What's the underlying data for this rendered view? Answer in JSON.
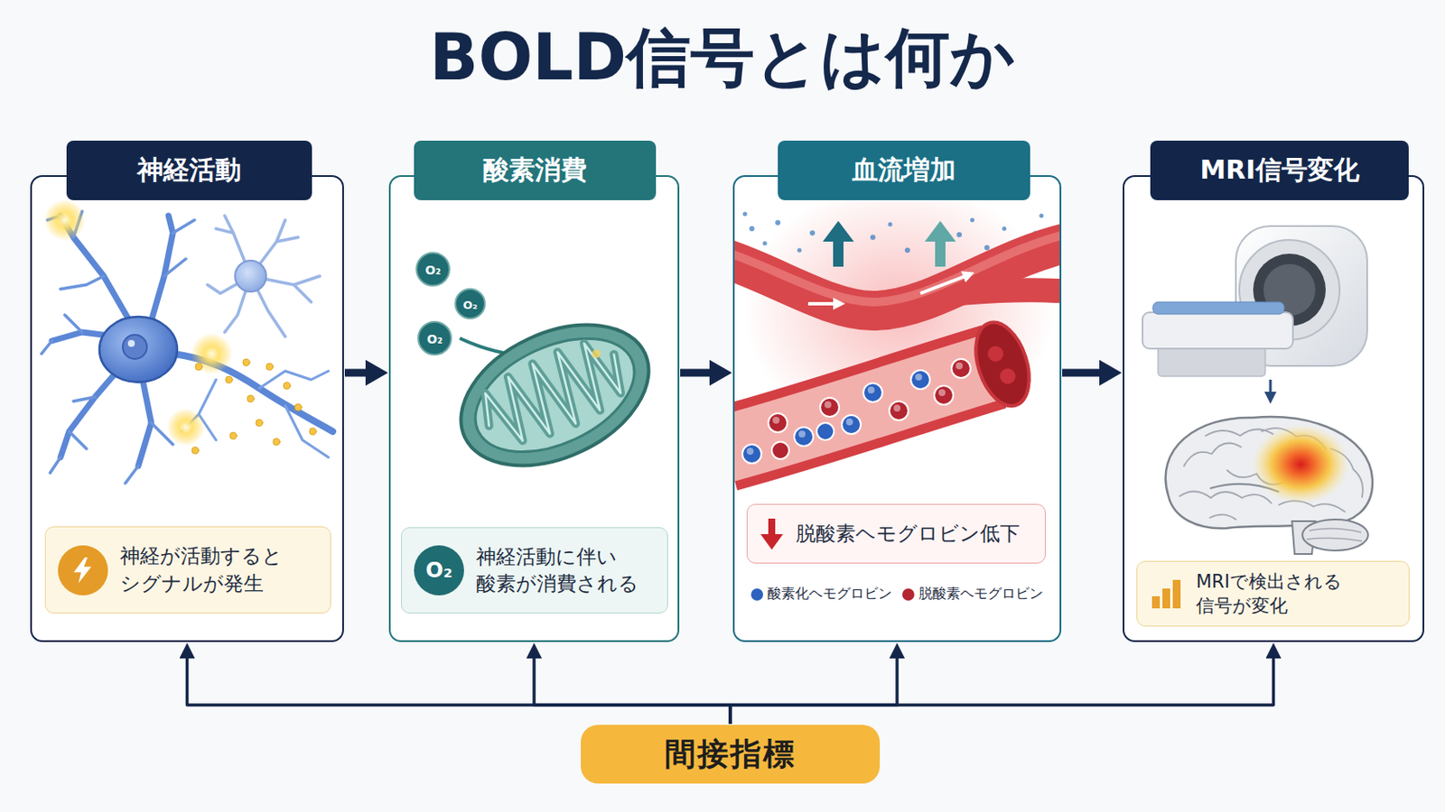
{
  "diagram": {
    "title": "BOLD信号とは何か",
    "nodes": [
      {
        "text": [
          "神経活動"
        ]
      },
      {
        "text": [
          "神経が活動すると シグナルが発生"
        ],
        "in": 0
      },
      {
        "text": [
          "酸素消費"
        ]
      },
      {
        "text": [
          "神経活動に伴い 酸素が消費される"
        ],
        "in": 2
      },
      {
        "text": [
          "血流増加"
        ]
      },
      {
        "text": [
          "脱酸素ヘモグロビン低下"
        ],
        "in": 4
      },
      {
        "text": [
          "MRI信号変化"
        ]
      },
      {
        "text": [
          "MRIで検出される 信号が変化"
        ],
        "in": 6
      },
      {
        "text": [
          "間接指標"
        ]
      }
    ],
    "edges": [
      {
        "from": 0,
        "to": 2,
        "arrow": "to"
      },
      {
        "from": 2,
        "to": 4,
        "arrow": "to"
      },
      {
        "from": 4,
        "to": 6,
        "arrow": "to"
      },
      {
        "from": 8,
        "to": 0,
        "arrow": "to"
      },
      {
        "from": 8,
        "to": 2,
        "arrow": "to"
      },
      {
        "from": 8,
        "to": 4,
        "arrow": "to"
      },
      {
        "from": 8,
        "to": 6,
        "arrow": "to"
      }
    ],
    "labels": [
      "O₂",
      "O₂",
      "O₂",
      "O₂"
    ],
    "legend": [
      {
        "text": "酸素化ヘモグロビン",
        "color": "#2d62bf"
      },
      {
        "text": "脱酸素ヘモグロビン",
        "color": "#b32530"
      }
    ]
  }
}
